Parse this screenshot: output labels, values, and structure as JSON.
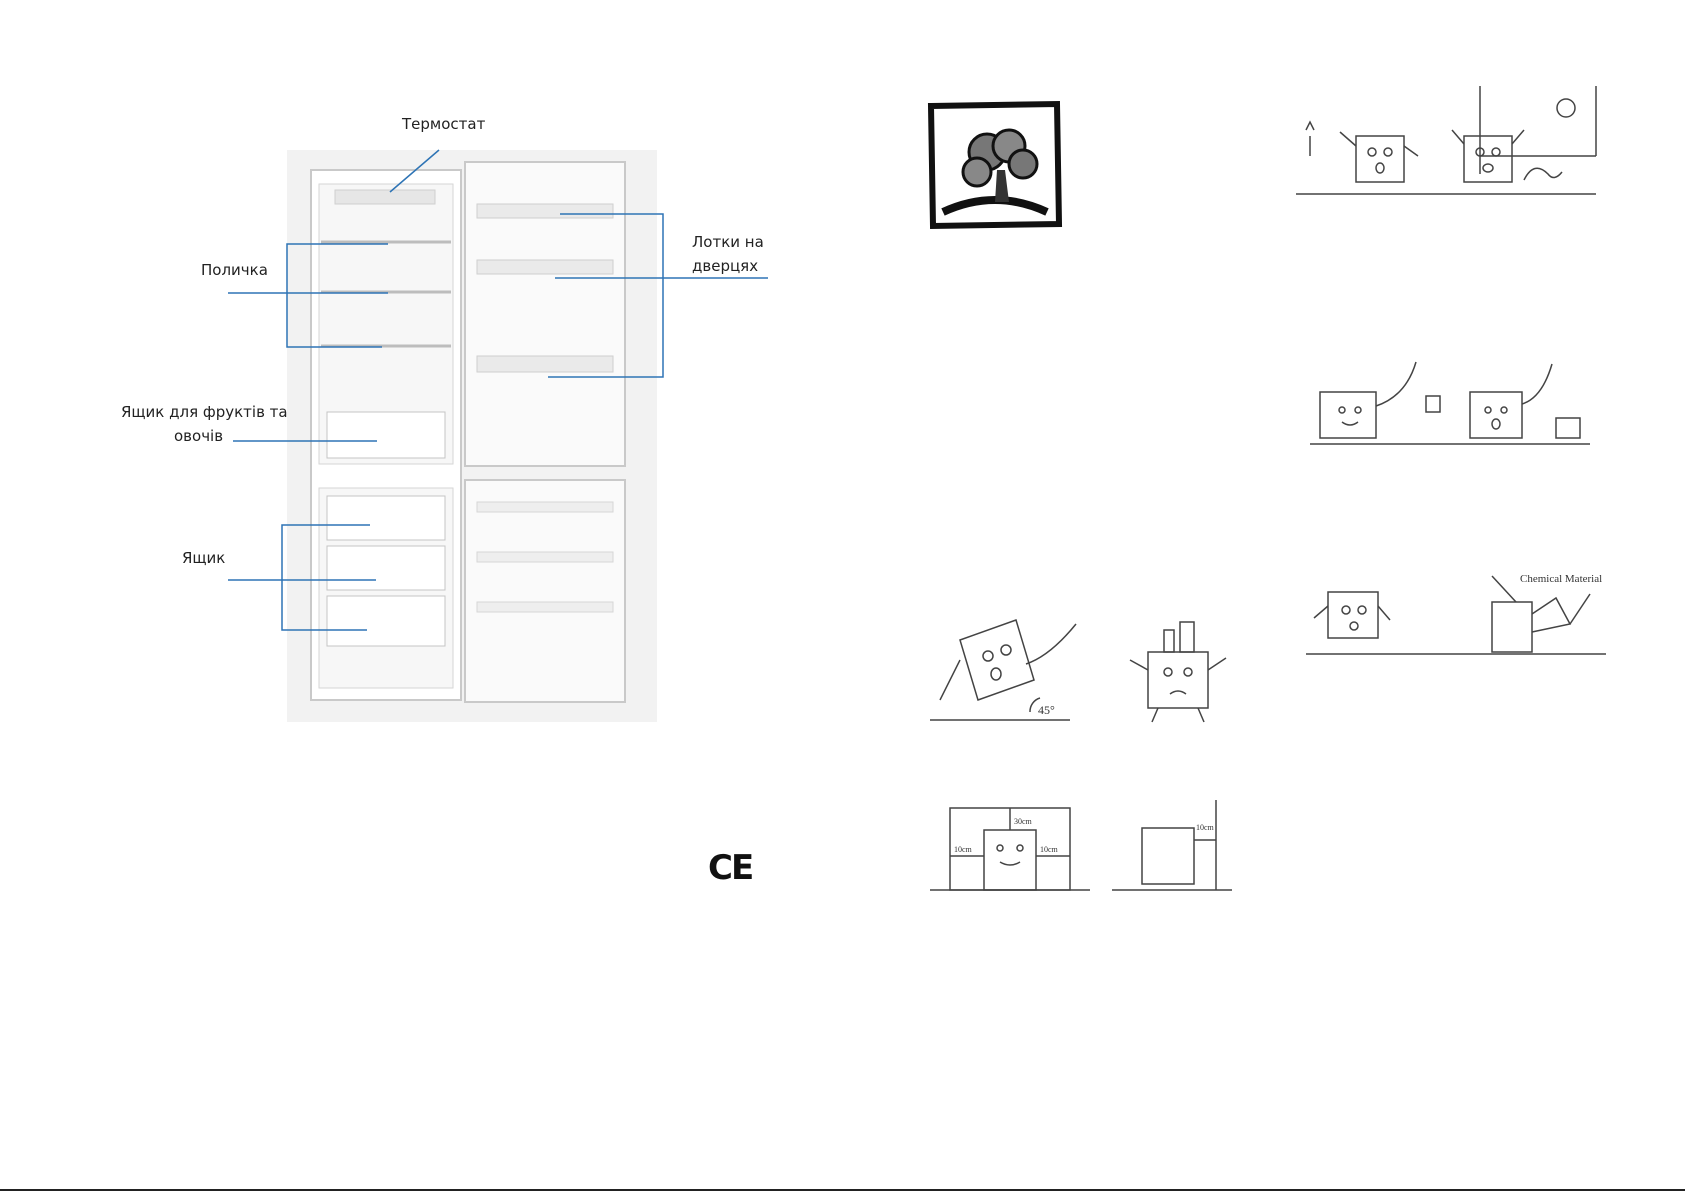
{
  "fridge_diagram": {
    "labels": {
      "thermostat": "Термостат",
      "shelf": "Поличка",
      "door_trays_line1": "Лотки на",
      "door_trays_line2": "дверцях",
      "crisper_line1": "Ящик для фруктів та",
      "crisper_line2": "овочів",
      "drawer": "Ящик"
    }
  },
  "ce_mark": "CE",
  "illustrations": {
    "clearance_top": "30cm",
    "clearance_left": "10cm",
    "clearance_right": "10cm",
    "clearance_back": "10cm",
    "tilt_angle": "45°",
    "chemical": "Chemical Material"
  },
  "colors": {
    "leader": "#2e74b5"
  }
}
